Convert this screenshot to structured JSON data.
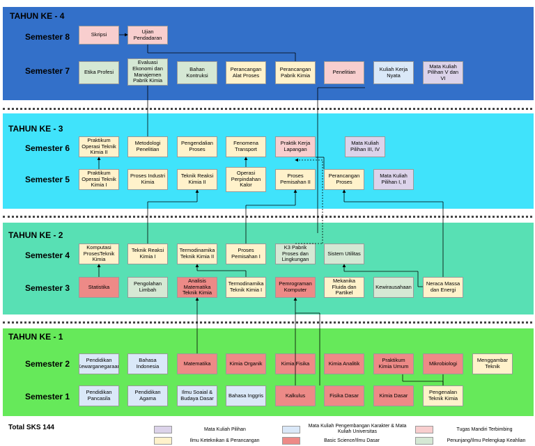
{
  "colors": {
    "year4": "#3370c9",
    "year3": "#40e3fb",
    "year2": "#58e0b4",
    "year1": "#66e95a",
    "pilihan": "#dcd3ea",
    "pengembangan": "#dae8f8",
    "tugas_mandiri": "#f8cece",
    "ilmu_keteknikan": "#fff2cb",
    "basic_science": "#ed8a87",
    "penunjang": "#d5e8d4"
  },
  "years": {
    "y4": {
      "title": "TAHUN KE - 4",
      "sem_a": "Semester 8",
      "sem_b": "Semester 7"
    },
    "y3": {
      "title": "TAHUN KE - 3",
      "sem_a": "Semester 6",
      "sem_b": "Semester 5"
    },
    "y2": {
      "title": "TAHUN KE - 2",
      "sem_a": "Semester 4",
      "sem_b": "Semester 3"
    },
    "y1": {
      "title": "TAHUN KE - 1",
      "sem_a": "Semester 2",
      "sem_b": "Semester 1"
    }
  },
  "courses": {
    "s8": [
      "Skripsi",
      "Ujian Pendadaran"
    ],
    "s7": [
      "Etika Profesi",
      "Evaluasi Ekonomi dan Manajemen Pabrik Kimia",
      "Bahan Kontruksi",
      "Perancangan Alat Proses",
      "Perancangan Pabrik Kimia",
      "Penelitian",
      "Kuliah Kerja Nyata",
      "Mata Kuliah Pilihan V dan VI"
    ],
    "s6": [
      "Praktikum Operasi Teknik Kimia II",
      "Metodologi Penelitian",
      "Pengendalian Proses",
      "Fenomena Transport",
      "Praktik Kerja Lapangan",
      "Mata Kuliah Pilihan III, IV"
    ],
    "s5": [
      "Praktikum Operasi Teknik Kimia I",
      "Proses Industri Kimia",
      "Teknik Reaksi Kimia II",
      "Operasi Perpindahan Kalor",
      "Proses Pemisahan II",
      "Perancangan Proses",
      "Mata Kuliah Pilihan I, II"
    ],
    "s4": [
      "Komputasi ProsesTeknik Kimia",
      "Teknik Reaksi Kimia I",
      "Termodinamika Teknik Kimia II",
      "Proses Pemisahan I",
      "K3 Pabrik Proses dan Lingkungan",
      "Sistem Utilitas"
    ],
    "s3": [
      "Statistika",
      "Pengolahan Limbah",
      "Analisis Matematika Teknik Kimia",
      "Termodinamika Teknik Kimia I",
      "Pemrograman Komputer",
      "Mekanika Fluida dan Partikel",
      "Kewirausahaan",
      "Neraca Massa dan Energi"
    ],
    "s2": [
      "Pendidikan Kewarganegaraan",
      "Bahasa Indonesia",
      "Matematika",
      "Kimia Organik",
      "Kimia Fisika",
      "Kimia Analitik",
      "Praktikum Kimia Umum",
      "Mikrobiologi",
      "Menggambar Teknik"
    ],
    "s1": [
      "Pendidikan Pancasila",
      "Pendidikan Agama",
      "Ilmu Soaial & Budaya Dasar",
      "Bahasa Inggris",
      "Kalkulus",
      "Fisika Dasar",
      "Kimia Dasar",
      "Pengenalan Teknik Kimia"
    ]
  },
  "total": "Total SKS 144",
  "legend": [
    "Mata Kuliah Pilihan",
    "Mata Kuliah Pengembangan Karakter & Mata Kuliah Universitas",
    "Tugas Mandiri Terbimbing",
    "Ilmu Keteknikan & Perancangan",
    "Basic Science/Ilmu Dasar",
    "Penunjang/Ilmu Pelengkap Keahlian"
  ]
}
